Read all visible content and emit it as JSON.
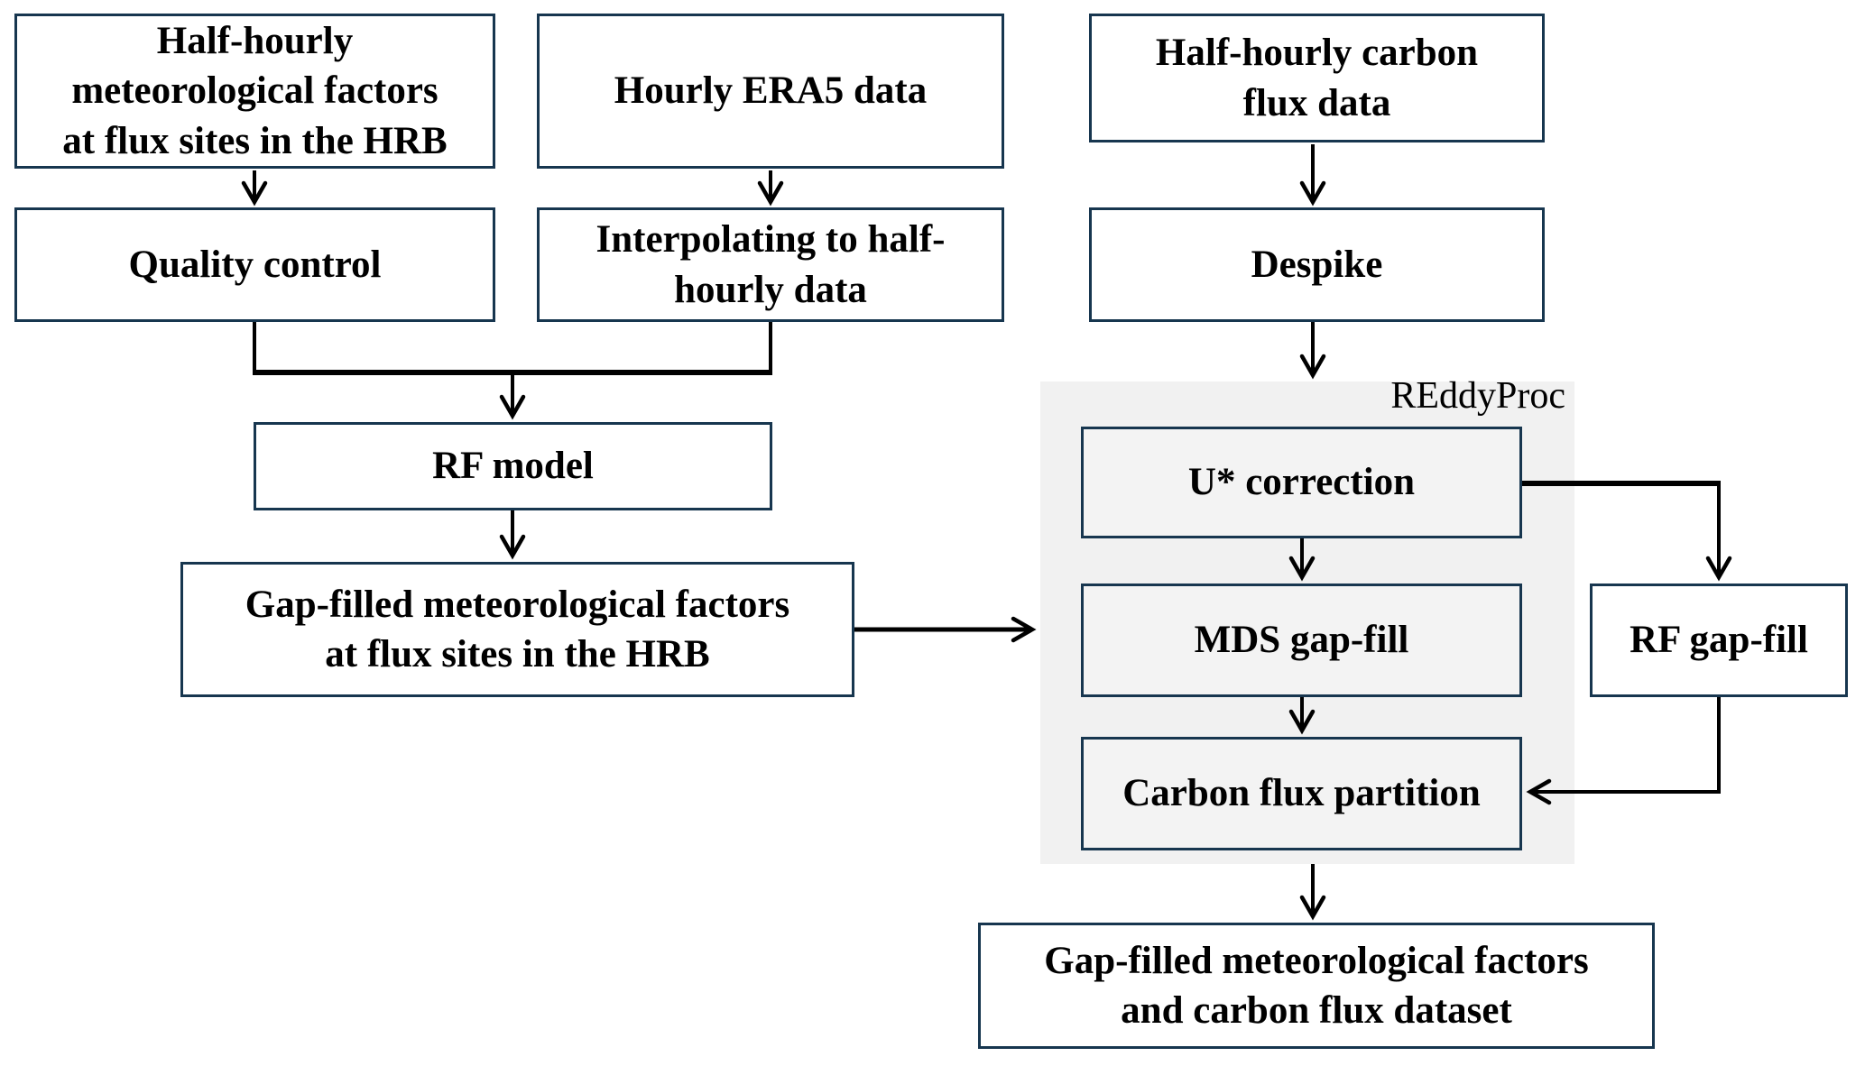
{
  "colors": {
    "box_border": "#17364f",
    "arrow": "#000000",
    "group_fill": "#f1f1f1",
    "box_fill": "#ffffff",
    "group_box_fill": "#f3f3f3",
    "text": "#000000"
  },
  "group": {
    "label": "REddyProc"
  },
  "nodes": {
    "met_factors": {
      "label": "Half-hourly meteorological factors at flux sites in the HRB",
      "lines": [
        "Half-hourly",
        "meteorological factors",
        "at flux sites in the HRB"
      ]
    },
    "era5": {
      "label": "Hourly ERA5 data",
      "lines": [
        "Hourly ERA5 data"
      ]
    },
    "carbon_flux": {
      "label": "Half-hourly carbon flux data",
      "lines": [
        "Half-hourly carbon",
        "flux data"
      ]
    },
    "quality_control": {
      "label": "Quality control",
      "lines": [
        "Quality control"
      ]
    },
    "interpolate": {
      "label": "Interpolating to half-hourly data",
      "lines": [
        "Interpolating to half-",
        "hourly data"
      ]
    },
    "despike": {
      "label": "Despike",
      "lines": [
        "Despike"
      ]
    },
    "rf_model": {
      "label": "RF model",
      "lines": [
        "RF model"
      ]
    },
    "gap_filled_met": {
      "label": "Gap-filled meteorological factors at flux sites in the HRB",
      "lines": [
        "Gap-filled meteorological factors",
        "at flux sites in the HRB"
      ]
    },
    "u_star": {
      "label": "U* correction",
      "lines": [
        "U* correction"
      ]
    },
    "mds": {
      "label": "MDS gap-fill",
      "lines": [
        "MDS gap-fill"
      ]
    },
    "partition": {
      "label": "Carbon flux partition",
      "lines": [
        "Carbon flux partition"
      ]
    },
    "rf_gap_fill": {
      "label": "RF gap-fill",
      "lines": [
        "RF gap-fill"
      ]
    },
    "dataset": {
      "label": "Gap-filled meteorological factors and carbon flux dataset",
      "lines": [
        "Gap-filled meteorological factors",
        "and carbon flux dataset"
      ]
    }
  }
}
